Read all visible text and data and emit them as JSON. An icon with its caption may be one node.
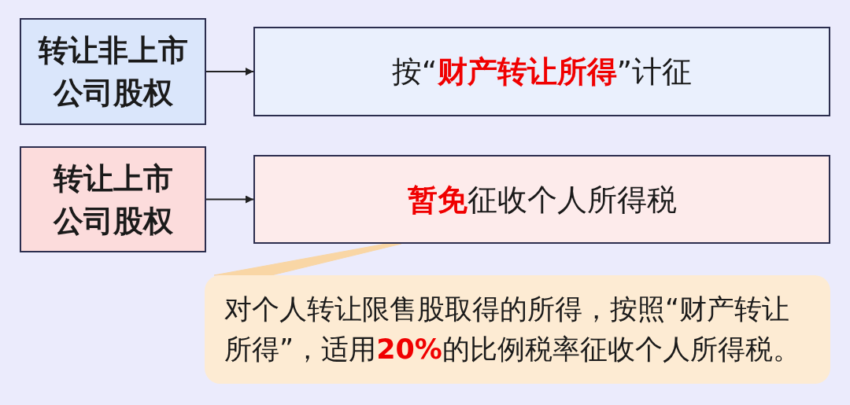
{
  "diagram": {
    "nodes": [
      {
        "text": [
          "转让非上市公司股权"
        ]
      },
      {
        "text": [
          "按“**财产转让所得**”计征"
        ]
      },
      {
        "text": [
          "转让上市公司股权"
        ]
      },
      {
        "text": [
          "**暂免**征收个人所得税"
        ]
      },
      {
        "text": [
          "对个人转让限售股取得的所得，按照“财产转让所得”，适用**20%**的比例税率征收个人所得税。"
        ]
      }
    ],
    "edges": [
      {
        "from": 0,
        "to": 1,
        "arrow": "to"
      },
      {
        "from": 2,
        "to": 3,
        "arrow": "to"
      },
      {
        "from": 4,
        "to": 3,
        "arrow": "none",
        "color": "#f9d6a5"
      }
    ]
  }
}
